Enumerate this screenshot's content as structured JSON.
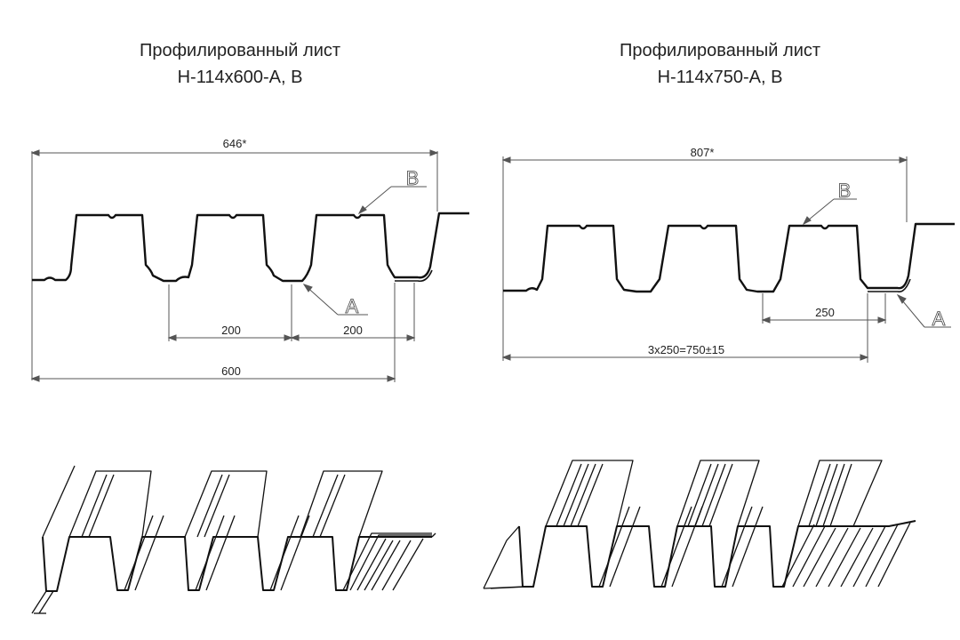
{
  "panels": [
    {
      "title_line1": "Профилированный лист",
      "title_line2": "Н-114х600-А, В",
      "dims": {
        "overall": "646*",
        "pitch1": "200",
        "pitch2": "200",
        "total": "600"
      },
      "callouts": {
        "top": "В",
        "bottom": "А"
      }
    },
    {
      "title_line1": "Профилированный лист",
      "title_line2": "Н-114х750-А, В",
      "dims": {
        "overall": "807*",
        "pitch1": "250",
        "total": "3х250=750±15"
      },
      "callouts": {
        "top": "В",
        "bottom": "А"
      }
    }
  ],
  "colors": {
    "line": "#111111",
    "dim": "#555555",
    "background": "#ffffff"
  }
}
